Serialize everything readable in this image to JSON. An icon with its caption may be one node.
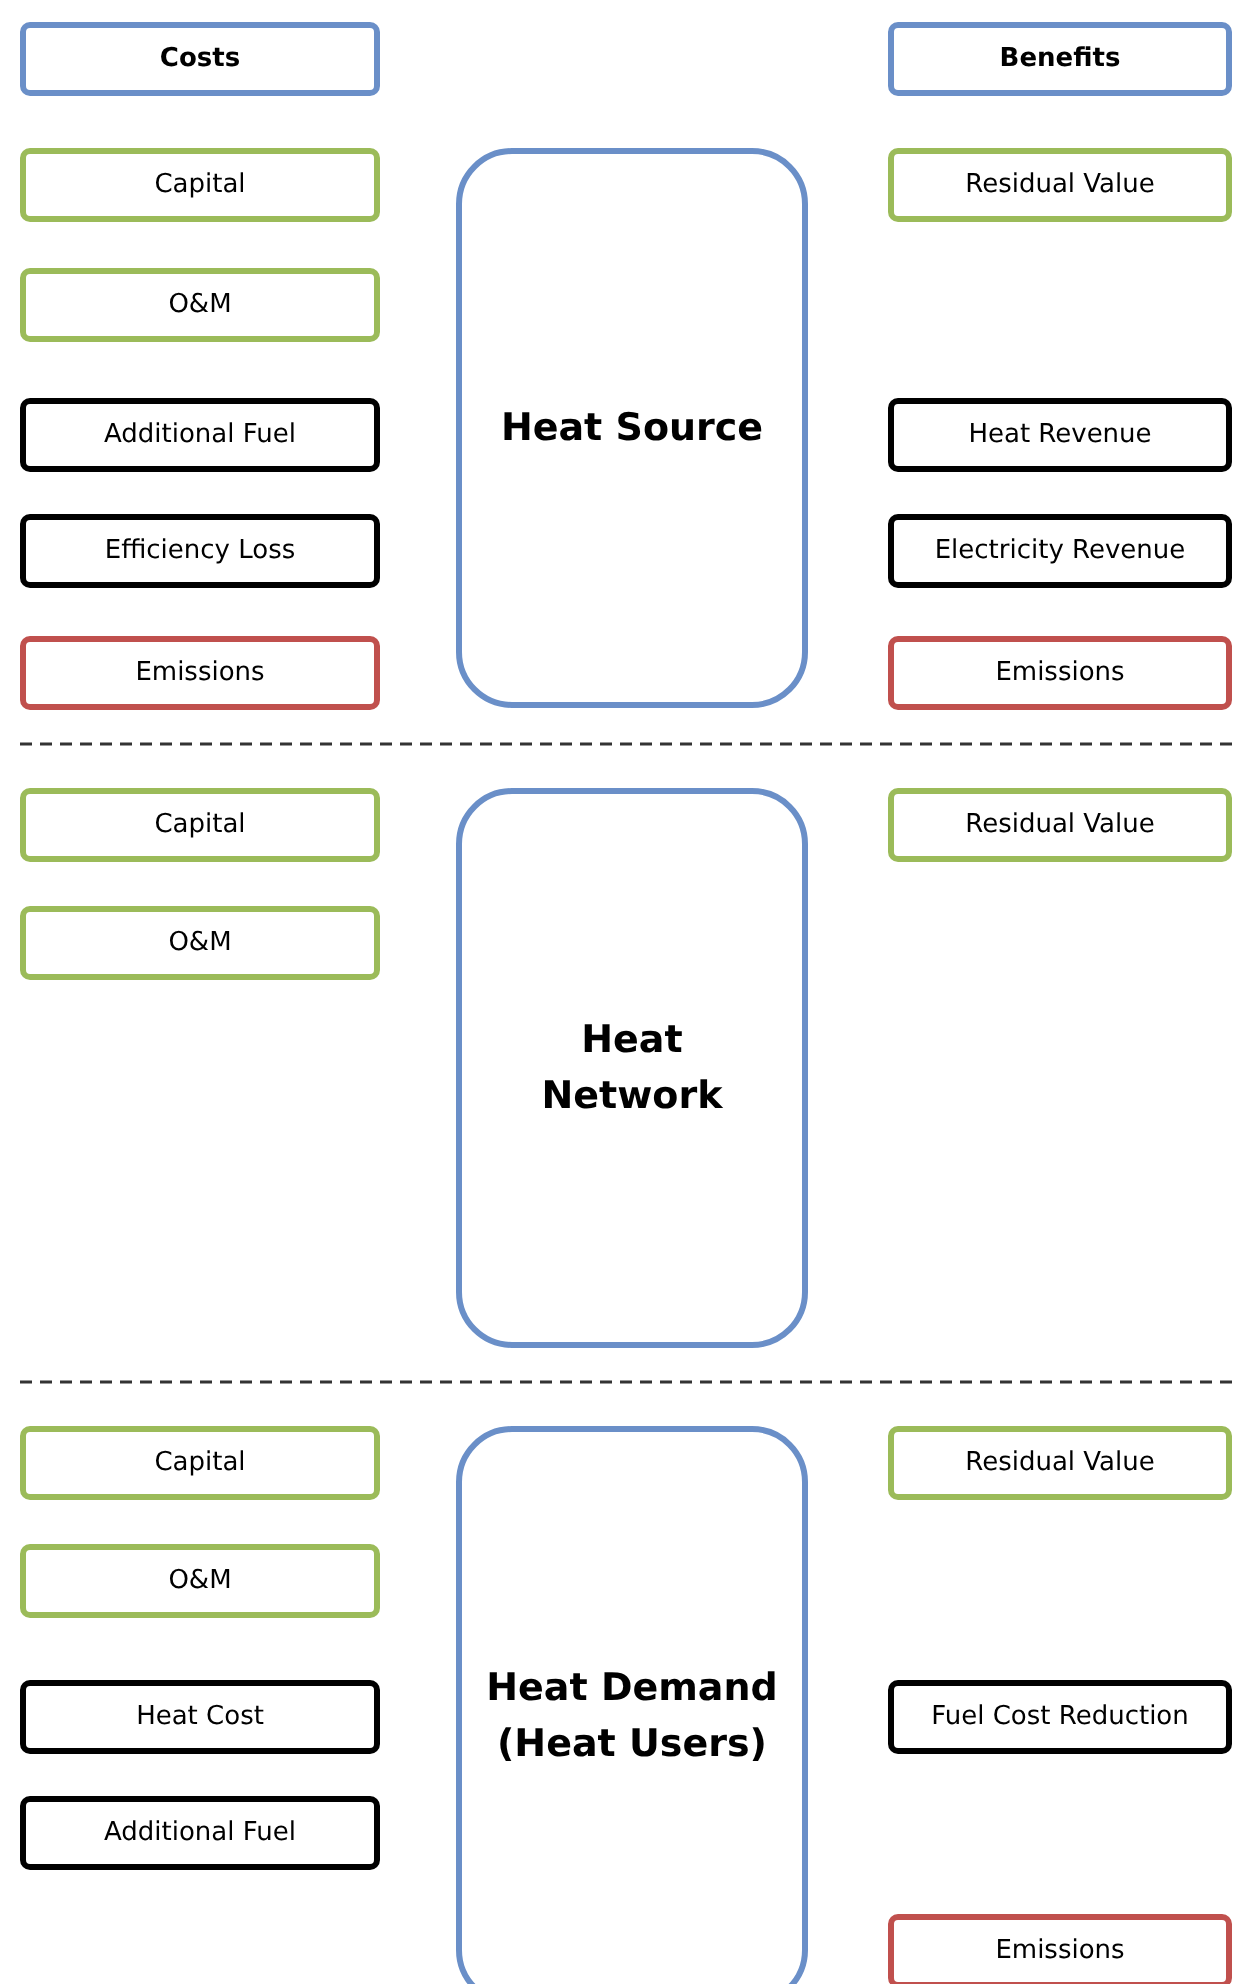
{
  "diagram": {
    "nodes": [
      {
        "text": [
          "Costs"
        ]
      },
      {
        "text": [
          "Benefits"
        ]
      },
      {
        "text": [
          "Capital"
        ]
      },
      {
        "text": [
          "Heat Source"
        ]
      },
      {
        "text": [
          "Residual Value"
        ]
      },
      {
        "text": [
          "O&M"
        ]
      },
      {
        "text": [
          "Additional Fuel"
        ]
      },
      {
        "text": [
          "Heat Revenue"
        ]
      },
      {
        "text": [
          "Efficiency Loss"
        ]
      },
      {
        "text": [
          "Electricity Revenue"
        ]
      },
      {
        "text": [
          "Emissions"
        ]
      },
      {
        "text": [
          "Emissions"
        ]
      },
      {
        "text": [
          "Capital"
        ]
      },
      {
        "text": [
          "Heat Network"
        ]
      },
      {
        "text": [
          "Residual Value"
        ]
      },
      {
        "text": [
          "O&M"
        ]
      },
      {
        "text": [
          "Capital"
        ]
      },
      {
        "text": [
          "Heat Demand (Heat Users)"
        ]
      },
      {
        "text": [
          "Residual Value"
        ]
      },
      {
        "text": [
          "O&M"
        ]
      },
      {
        "text": [
          "Heat Cost"
        ]
      },
      {
        "text": [
          "Fuel Cost Reduction"
        ]
      },
      {
        "text": [
          "Additional Fuel"
        ]
      },
      {
        "text": [
          "Emissions"
        ]
      }
    ],
    "edges": []
  }
}
